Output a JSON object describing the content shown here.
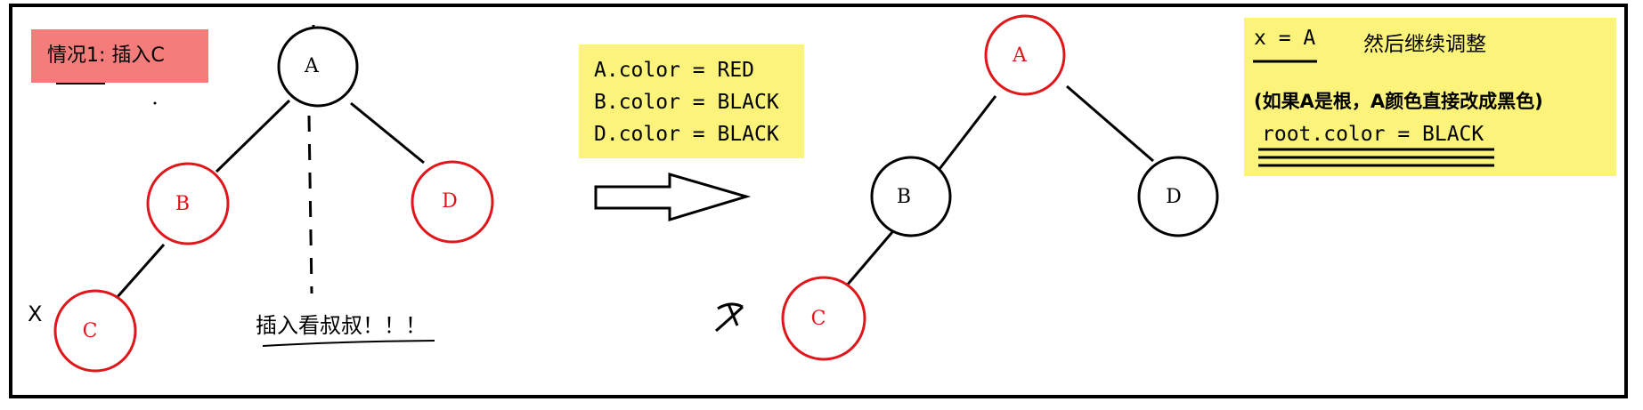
{
  "case_label": "情况1: 插入C",
  "x_label": "X",
  "uncle_note": "插入看叔叔！！！",
  "before_tree": {
    "nodes": [
      {
        "label": "A",
        "color": "#000000"
      },
      {
        "label": "B",
        "color": "#e0161b"
      },
      {
        "label": "D",
        "color": "#e0161b"
      },
      {
        "label": "C",
        "color": "#e0161b"
      }
    ]
  },
  "assignments": [
    "A.color = RED",
    "B.color = BLACK",
    "D.color = BLACK"
  ],
  "after_tree": {
    "nodes": [
      {
        "label": "A",
        "color": "#e0161b"
      },
      {
        "label": "B",
        "color": "#000000"
      },
      {
        "label": "D",
        "color": "#000000"
      },
      {
        "label": "C",
        "color": "#e0161b"
      }
    ]
  },
  "result": {
    "assign": "x = A",
    "note": "然后继续调整",
    "root_note": "(如果A是根，A颜色直接改成黑色)",
    "root_code": "root.color = BLACK"
  },
  "colors": {
    "red_node": "#e0161b",
    "black_node": "#000000",
    "highlight_yellow": "#fbf37a",
    "label_pink": "#f47d7b"
  }
}
